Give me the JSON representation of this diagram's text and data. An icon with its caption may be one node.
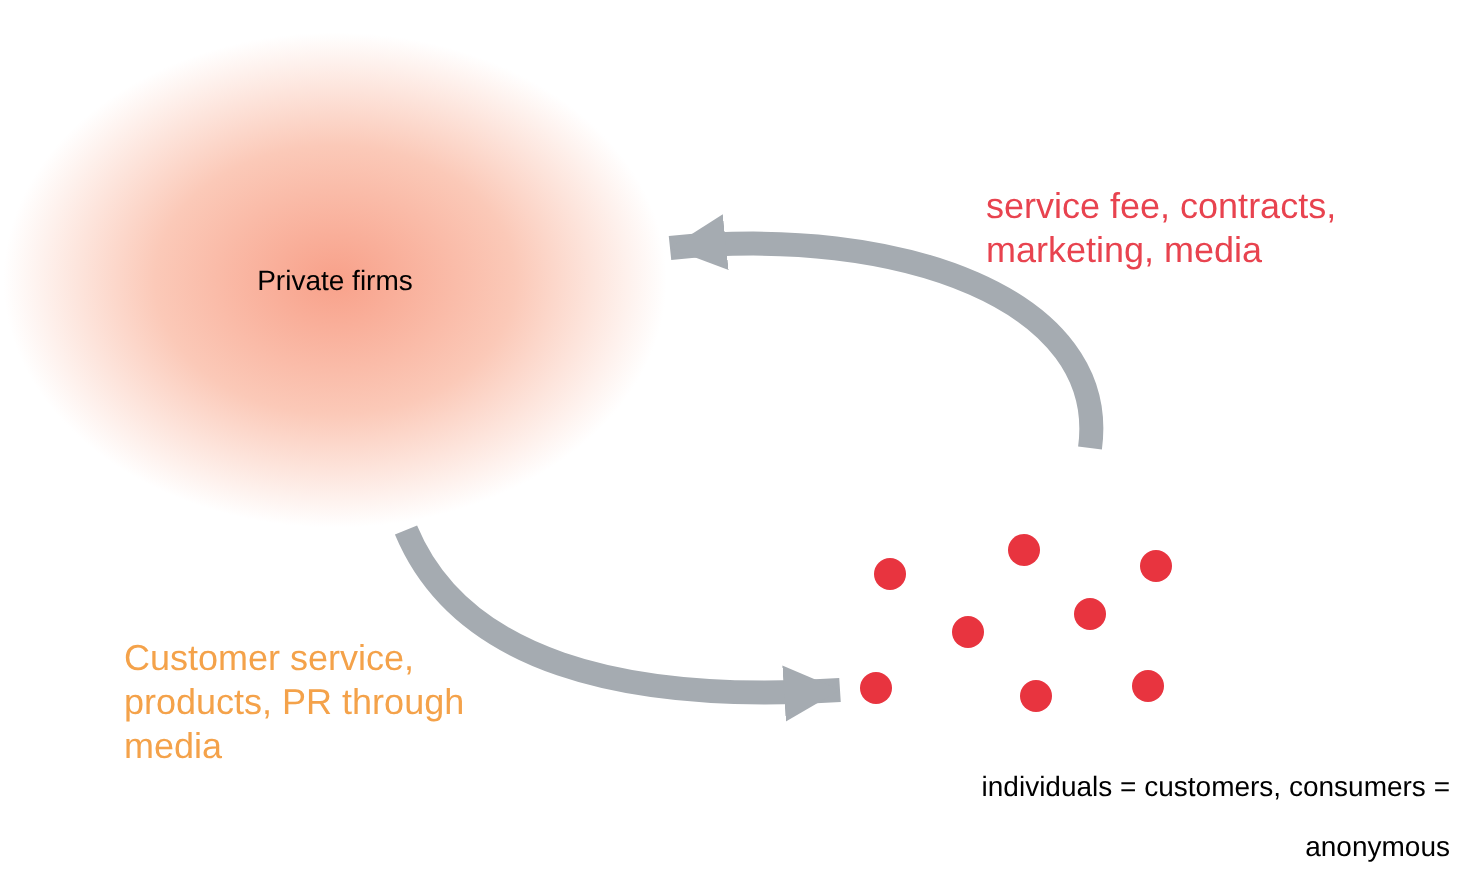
{
  "diagram": {
    "nodes": [
      {
        "text": [
          "Private firms"
        ]
      },
      {
        "text": [],
        "shape": "dots",
        "beside": [
          "individuals = customers, consumers = anonymous"
        ]
      }
    ],
    "edges": [
      {
        "from": 1,
        "to": 0,
        "arrow": "to",
        "label": "service fee, contracts, marketing, media"
      },
      {
        "from": 0,
        "to": 1,
        "arrow": "to",
        "label": "Customer service, products, PR through media"
      }
    ]
  }
}
